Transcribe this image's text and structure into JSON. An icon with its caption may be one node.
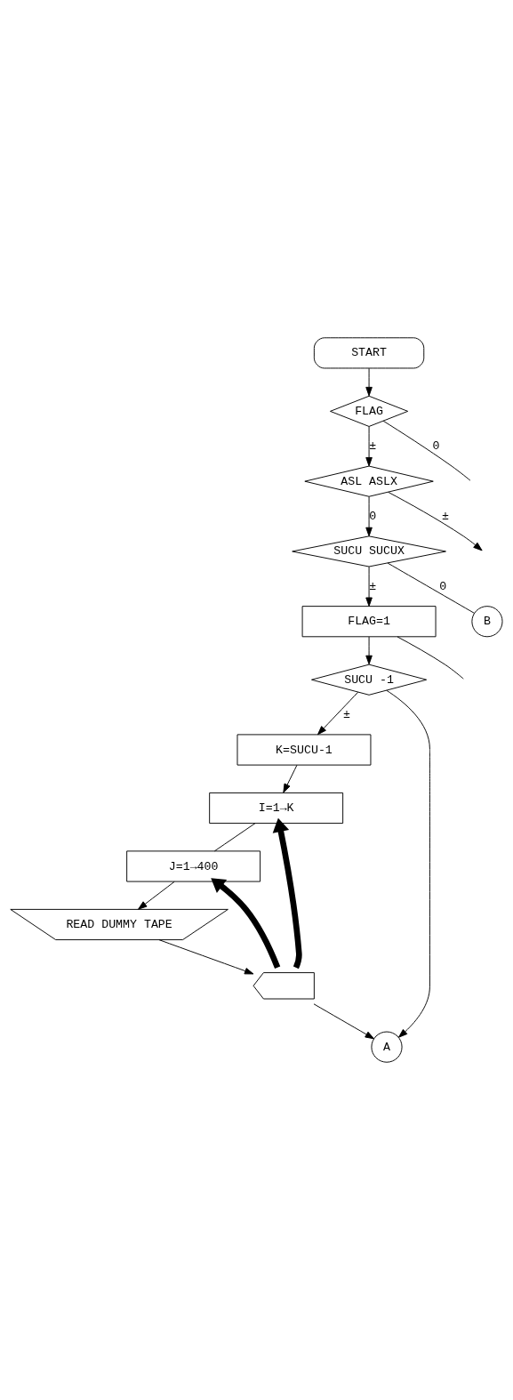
{
  "diagram": {
    "nodes": [
      {
        "text": [
          "START"
        ]
      },
      {
        "text": [
          "FLAG"
        ]
      },
      {
        "text": [
          "ASL ASLX"
        ]
      },
      {
        "text": [
          "SUCU SUCUX"
        ]
      },
      {
        "text": [
          "FLAG=1"
        ]
      },
      {
        "text": [
          "SUCU -1"
        ]
      },
      {
        "text": [
          "K=SUCU-1"
        ]
      },
      {
        "text": [
          "I=1→K"
        ]
      },
      {
        "text": [
          "J=1→400"
        ]
      },
      {
        "text": [
          "READ DUMMY TAPE"
        ]
      },
      {
        "text": [],
        "shape": "pentagon"
      },
      {
        "text": [
          "B"
        ]
      },
      {
        "text": [
          "A"
        ]
      }
    ],
    "edges": [
      {
        "from": 0,
        "to": 1,
        "arrow": "to"
      },
      {
        "from": 1,
        "to": null,
        "arrow": "none",
        "label": "0"
      },
      {
        "from": 1,
        "to": 2,
        "arrow": "to",
        "label": "±"
      },
      {
        "from": 2,
        "to": null,
        "arrow": "to",
        "label": "±"
      },
      {
        "from": 2,
        "to": 3,
        "arrow": "to",
        "label": "0"
      },
      {
        "from": 3,
        "to": 11,
        "arrow": "none",
        "label": "0"
      },
      {
        "from": 3,
        "to": 4,
        "arrow": "to",
        "label": "±"
      },
      {
        "from": 4,
        "to": null,
        "arrow": "none"
      },
      {
        "from": 4,
        "to": 5,
        "arrow": "to"
      },
      {
        "from": 5,
        "to": 12,
        "arrow": "to"
      },
      {
        "from": 5,
        "to": 6,
        "arrow": "to",
        "label": "±"
      },
      {
        "from": 6,
        "to": 7,
        "arrow": "to"
      },
      {
        "from": 7,
        "to": 8,
        "arrow": "none"
      },
      {
        "from": 8,
        "to": 9,
        "arrow": "to"
      },
      {
        "from": 9,
        "to": 10,
        "arrow": "to"
      },
      {
        "from": 10,
        "to": 7,
        "arrow": "to",
        "style": "thick"
      },
      {
        "from": 10,
        "to": 8,
        "arrow": "to",
        "style": "thick"
      },
      {
        "from": 10,
        "to": 12,
        "arrow": "to"
      }
    ]
  }
}
